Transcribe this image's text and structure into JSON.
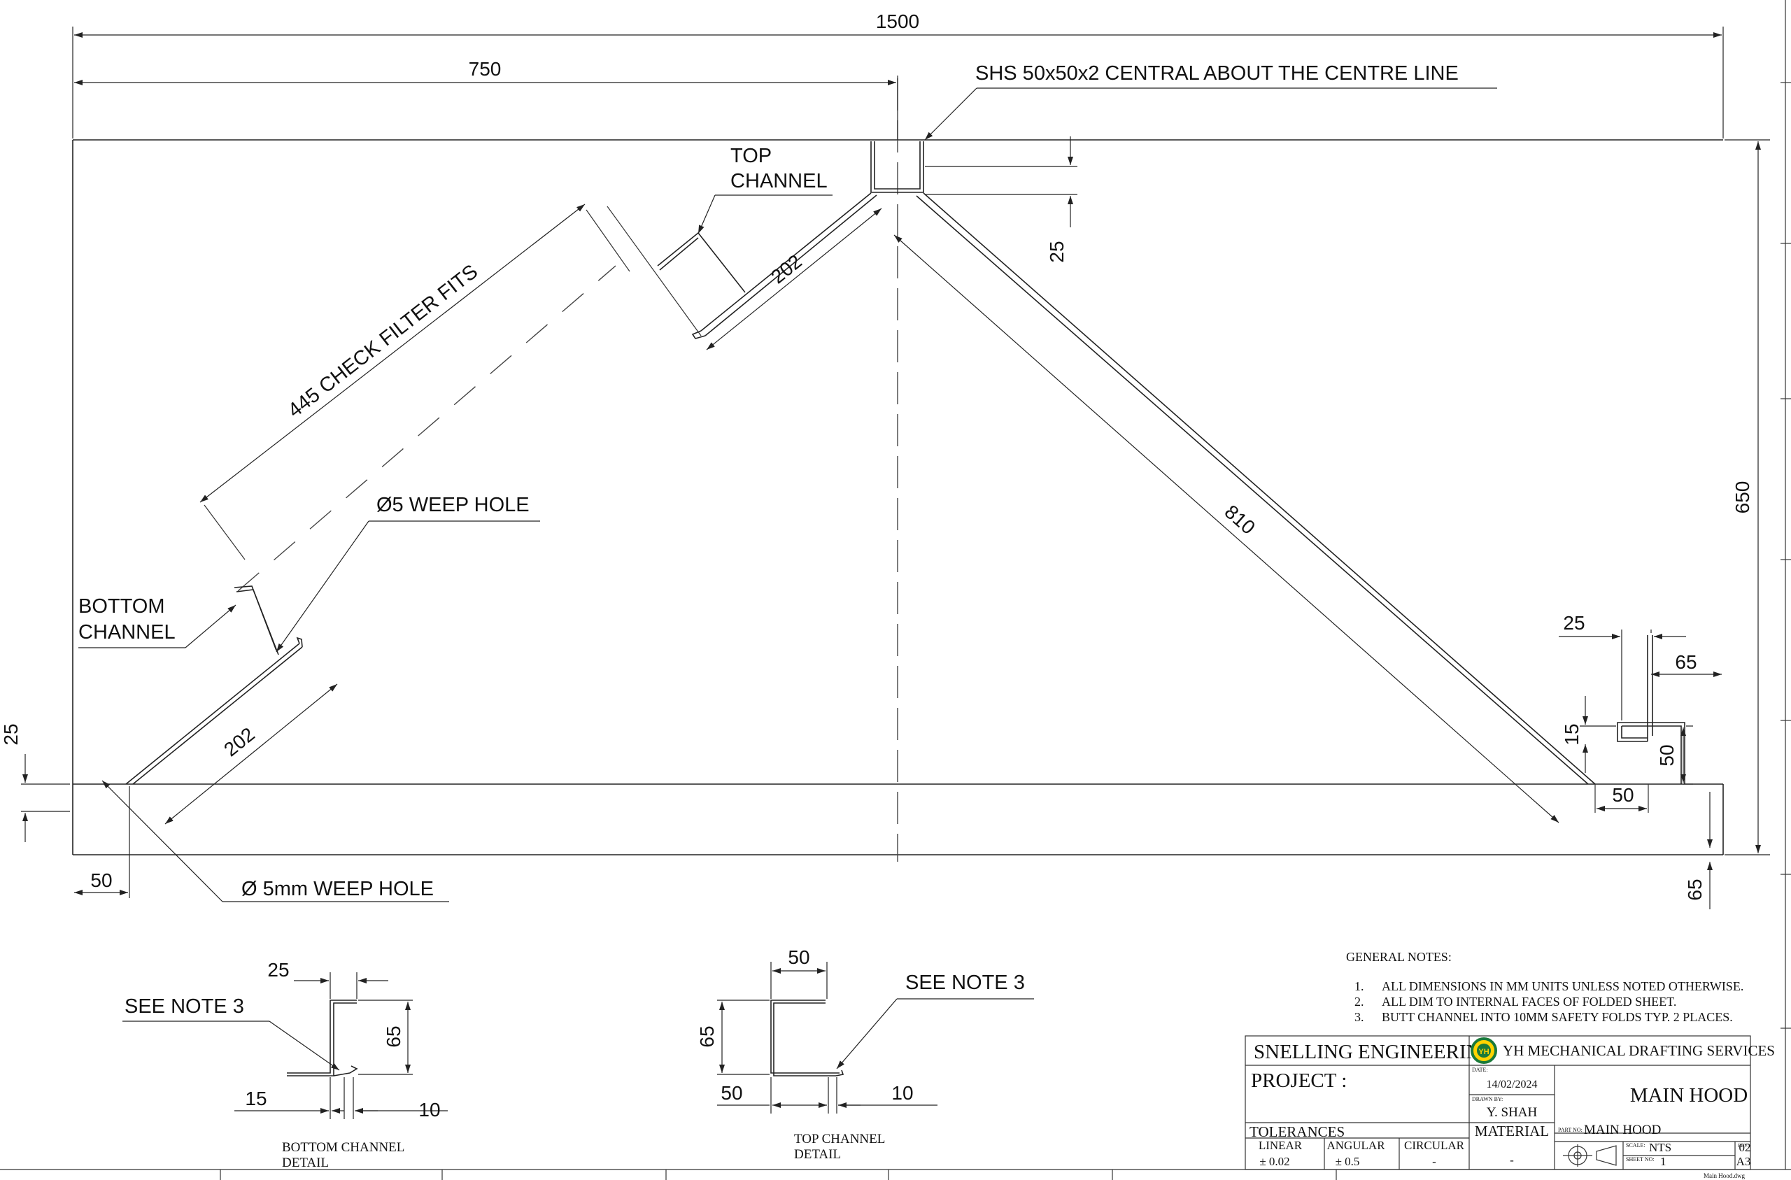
{
  "drawing": {
    "overall_width": "1500",
    "half_width": "750",
    "overall_height": "650",
    "shs_callout": "SHS 50x50x2 CENTRAL ABOUT THE CENTRE LINE",
    "top_channel_callout_l1": "TOP",
    "top_channel_callout_l2": "CHANNEL",
    "dim_25_top": "25",
    "dim_202_top": "202",
    "check_filter": "445 CHECK FILTER FITS",
    "weep_hole_callout": "Ø5 WEEP HOLE",
    "bottom_channel_callout_l1": "BOTTOM",
    "bottom_channel_callout_l2": "CHANNEL",
    "dim_202_bottom": "202",
    "dim_810": "810",
    "dim_25_left": "25",
    "dim_50_left": "50",
    "weep_hole_5mm": "Ø 5mm WEEP HOLE",
    "right_detail": {
      "d25": "25",
      "d65": "65",
      "d15": "15",
      "d50v": "50",
      "d50h": "50",
      "d65_bottom": "65"
    }
  },
  "details": {
    "bottom_channel": {
      "d25": "25",
      "see_note": "SEE NOTE 3",
      "d65": "65",
      "d15": "15",
      "d10": "10",
      "label_l1": "BOTTOM CHANNEL",
      "label_l2": "DETAIL"
    },
    "top_channel": {
      "d50_top": "50",
      "see_note": "SEE NOTE 3",
      "d65": "65",
      "d50_bottom": "50",
      "d10": "10",
      "label_l1": "TOP CHANNEL",
      "label_l2": "DETAIL"
    }
  },
  "notes": {
    "heading": "GENERAL NOTES:",
    "items": [
      {
        "num": "1.",
        "text": "ALL DIMENSIONS IN MM UNITS UNLESS NOTED OTHERWISE."
      },
      {
        "num": "2.",
        "text": "ALL DIM TO INTERNAL FACES OF FOLDED SHEET."
      },
      {
        "num": "3.",
        "text": "BUTT CHANNEL INTO 10MM SAFETY FOLDS TYP. 2 PLACES."
      }
    ]
  },
  "title_block": {
    "company": "SNELLING ENGINEERING",
    "logo_text": "YH",
    "drafting_service": "YH MECHANICAL DRAFTING SERVICES",
    "project_label": "PROJECT :",
    "date_label": "DATE:",
    "date": "14/02/2024",
    "drawn_by_label": "DRAWN BY:",
    "drawn_by": "Y. SHAH",
    "title": "MAIN HOOD",
    "tolerances_label": "TOLERANCES",
    "linear_label": "LINEAR",
    "linear_value": "± 0.02",
    "angular_label": "ANGULAR",
    "angular_value": "±   0.5",
    "circular_label": "CIRCULAR",
    "circular_value": "-",
    "material_label": "MATERIAL",
    "material_value": "-",
    "part_no_label": "PART NO:",
    "part_no": "MAIN HOOD",
    "scale_label": "SCALE:",
    "scale": "NTS",
    "sheet_no_label": "SHEET NO:",
    "sheet_no": "1",
    "rev_label": "REV:",
    "rev": "02",
    "size": "A3",
    "filename": "Main Hood.dwg"
  }
}
